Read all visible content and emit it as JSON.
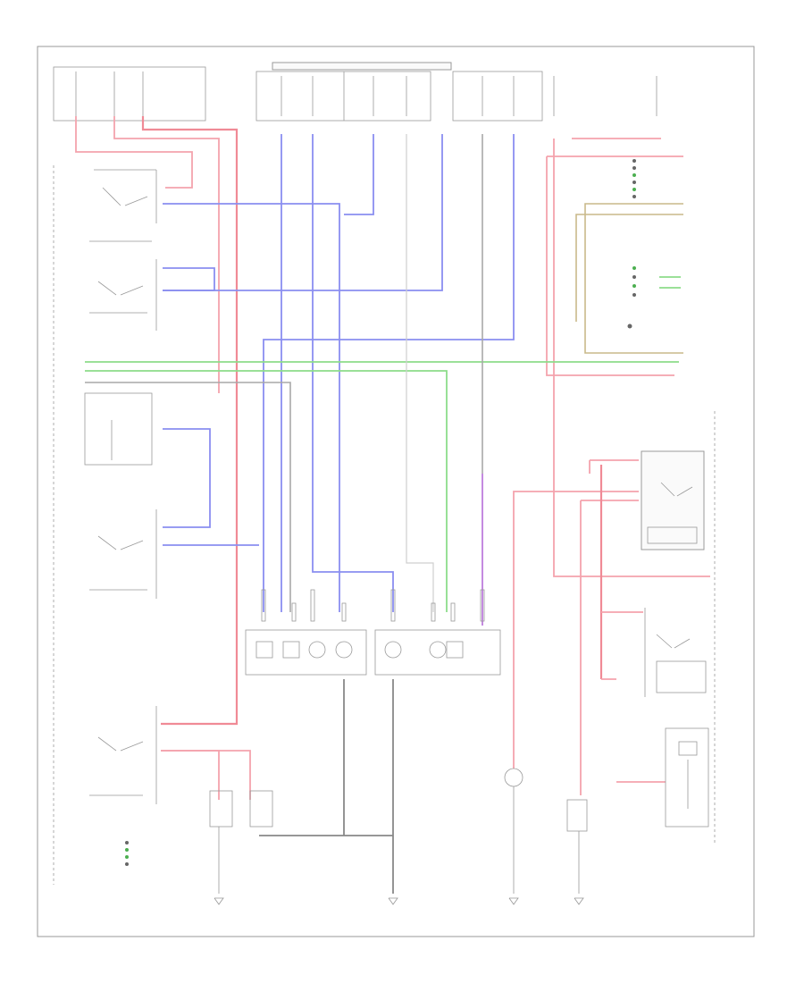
{
  "diagram": {
    "top_labels": {
      "main_left": "",
      "main_center": "",
      "main_right": ""
    },
    "components": [
      {
        "id": "high_beam_relay",
        "label": ""
      },
      {
        "id": "auto_headlamp_relay",
        "label": ""
      },
      {
        "id": "low_beam_right",
        "label": ""
      },
      {
        "id": "low_beam_relay",
        "label": ""
      },
      {
        "id": "front_fog_relay",
        "label": ""
      },
      {
        "id": "headlight_relay",
        "label": ""
      },
      {
        "id": "taillight_relay",
        "label": ""
      },
      {
        "id": "taillight_right",
        "label": ""
      },
      {
        "id": "left_front_combo",
        "label": ""
      },
      {
        "id": "right_front_combo",
        "label": ""
      }
    ],
    "footer": ""
  }
}
